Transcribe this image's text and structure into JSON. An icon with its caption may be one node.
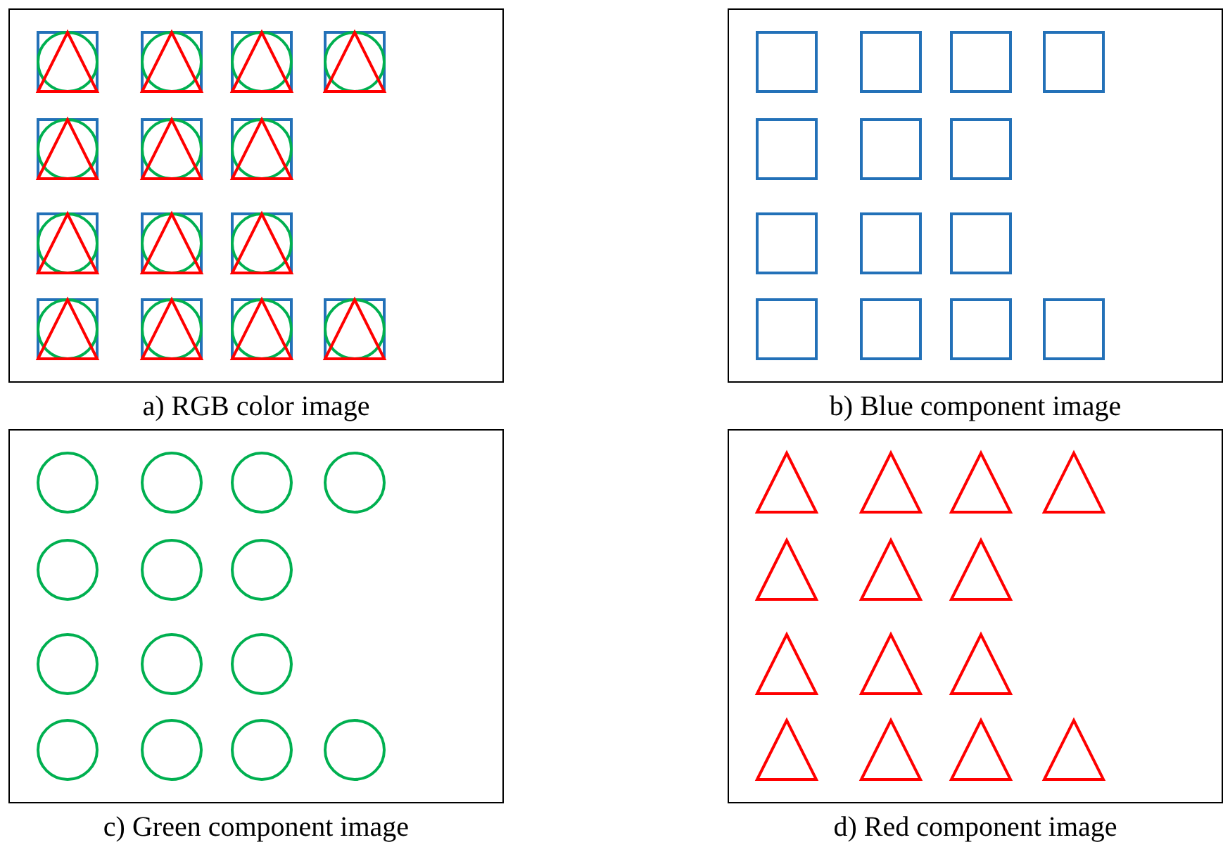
{
  "diagram": {
    "nodes": [
      {
        "text": [
          "a) RGB color image"
        ]
      },
      {
        "text": [
          "b) Blue component image"
        ]
      },
      {
        "text": [
          "c) Green component image"
        ]
      },
      {
        "text": [
          "d) Red component image"
        ]
      }
    ]
  }
}
